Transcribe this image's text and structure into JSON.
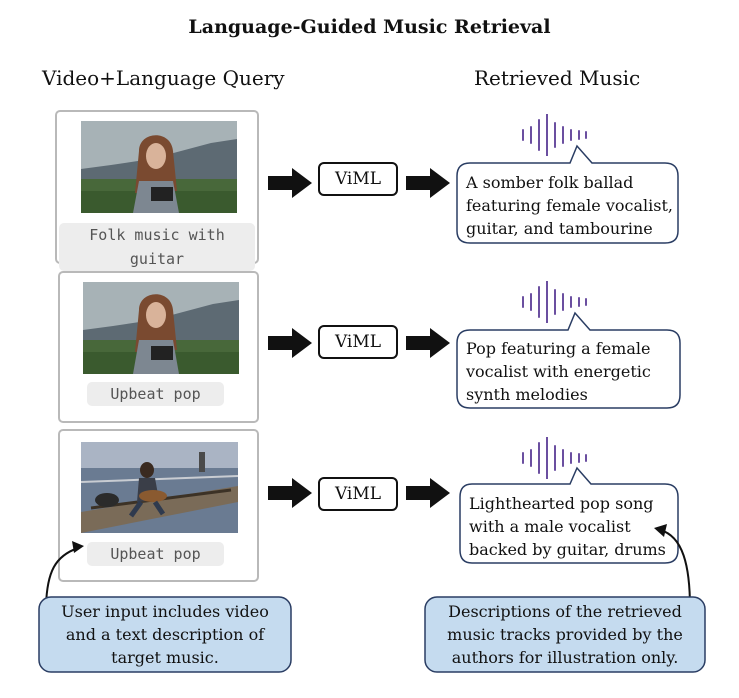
{
  "title": "Language-Guided Music Retrieval",
  "headers": {
    "left": "Video+Language Query",
    "right": "Retrieved Music"
  },
  "rows": [
    {
      "caption": "Folk music with guitar",
      "model": "ViML",
      "description": [
        "A somber folk ballad",
        "featuring female vocalist,",
        "guitar, and tambourine"
      ]
    },
    {
      "caption": "Upbeat pop",
      "model": "ViML",
      "description": [
        "Pop featuring a female",
        "vocalist with energetic",
        "synth melodies"
      ]
    },
    {
      "caption": "Upbeat pop",
      "model": "ViML",
      "description": [
        "Lighthearted pop song",
        "with a male vocalist",
        "backed by guitar, drums"
      ]
    }
  ],
  "notes": {
    "left": [
      "User input includes video",
      "and a text description of",
      "target music."
    ],
    "right": [
      "Descriptions of the retrieved",
      "music tracks provided by the",
      "authors for illustration only."
    ]
  },
  "colors": {
    "wave": "#6b4fa0",
    "note_fill": "#c5dbef",
    "note_border": "#2a3d63",
    "bubble_border": "#2a3d63"
  }
}
